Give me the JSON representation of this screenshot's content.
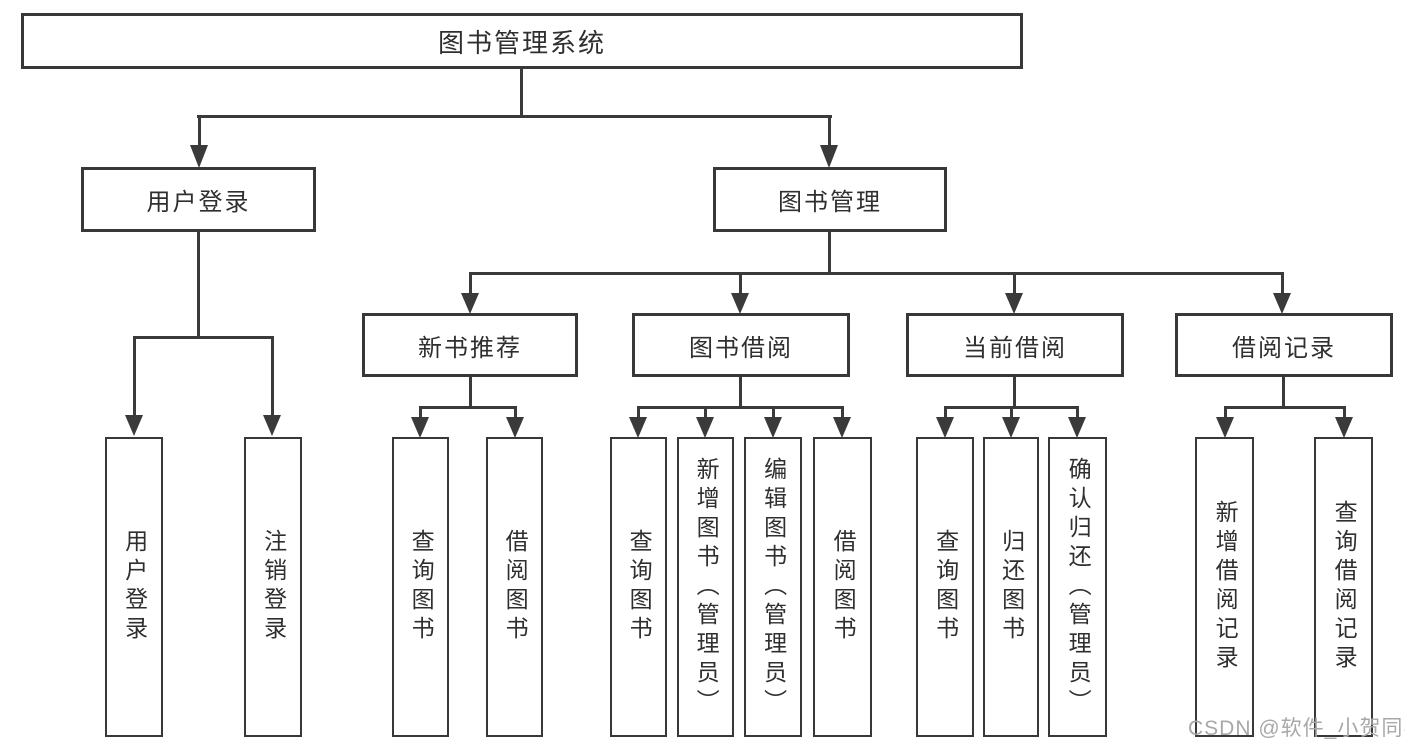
{
  "diagram": {
    "type": "tree",
    "root": {
      "label": "图书管理系统",
      "children": [
        {
          "label": "用户登录",
          "children": [
            {
              "label": "用户登录"
            },
            {
              "label": "注销登录"
            }
          ]
        },
        {
          "label": "图书管理",
          "children": [
            {
              "label": "新书推荐",
              "children": [
                {
                  "label": "查询图书"
                },
                {
                  "label": "借阅图书"
                }
              ]
            },
            {
              "label": "图书借阅",
              "children": [
                {
                  "label": "查询图书"
                },
                {
                  "label": "新增图书（管理员）"
                },
                {
                  "label": "编辑图书（管理员）"
                },
                {
                  "label": "借阅图书"
                }
              ]
            },
            {
              "label": "当前借阅",
              "children": [
                {
                  "label": "查询图书"
                },
                {
                  "label": "归还图书"
                },
                {
                  "label": "确认归还（管理员）"
                }
              ]
            },
            {
              "label": "借阅记录",
              "children": [
                {
                  "label": "新增借阅记录"
                },
                {
                  "label": "查询借阅记录"
                }
              ]
            }
          ]
        }
      ]
    },
    "colors": {
      "line": "#3a3a3a",
      "box_border": "#383838",
      "text": "#2f2f2f",
      "background": "#ffffff",
      "watermark": "#a8a8a8"
    }
  },
  "watermark": {
    "text": "CSDN @软件_小贺同学"
  }
}
